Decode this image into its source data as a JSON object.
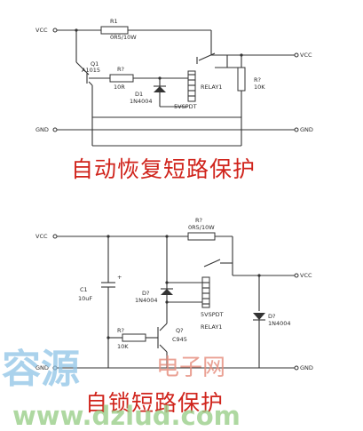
{
  "circuit_top": {
    "title": "自动恢复短路保护",
    "labels": {
      "vcc_in": "VCC",
      "vcc_out": "VCC",
      "gnd_in": "GND",
      "gnd_out": "GND",
      "r1_ref": "R1",
      "r1_val": "0R5/10W",
      "q1_ref": "Q1",
      "q1_val": "A1015",
      "r_mid_ref": "R?",
      "r_mid_val": "10R",
      "d1_ref": "D1",
      "d1_val": "1N4004",
      "relay_ref": "RELAY1",
      "relay_val": "5VSPDT",
      "r_right_ref": "R?",
      "r_right_val": "10K"
    }
  },
  "circuit_bottom": {
    "title": "自锁短路保护",
    "labels": {
      "vcc_in": "VCC",
      "vcc_out": "VCC",
      "gnd_in": "GND",
      "gnd_out": "GND",
      "r1_ref": "R?",
      "r1_val": "0R5/10W",
      "c1_ref": "C1",
      "c1_val": "10uF",
      "c1_plus": "+",
      "d_mid_ref": "D?",
      "d_mid_val": "1N4004",
      "q_ref": "Q?",
      "q_val": "C945",
      "r_base_ref": "R?",
      "r_base_val": "10K",
      "relay_val": "5VSPDT",
      "relay_ref": "RELAY1",
      "d_right_ref": "D?",
      "d_right_val": "1N4004"
    }
  },
  "watermark": {
    "brand": "容源",
    "sub": "电子网",
    "url": "www.dzlud.com"
  }
}
